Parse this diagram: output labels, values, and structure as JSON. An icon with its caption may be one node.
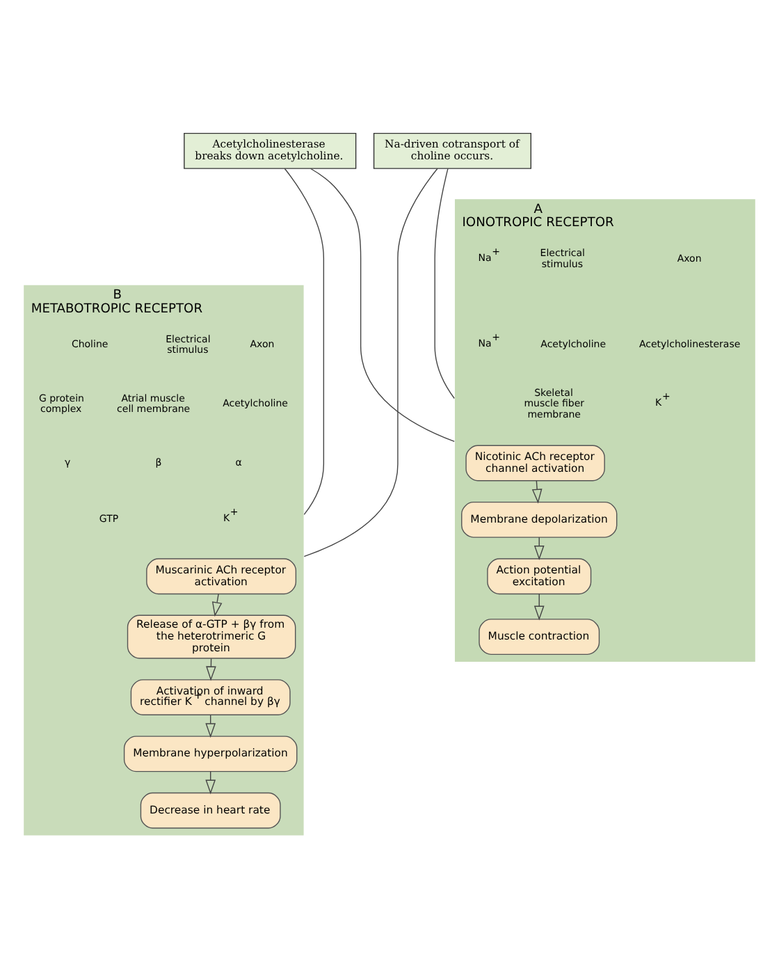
{
  "diagram": {
    "nodes": [
      {
        "text": [
          "A",
          "IONOTROPIC RECEPTOR"
        ]
      },
      {
        "text": [
          "Nicotinic ACh receptor channel activation"
        ],
        "in": 0
      },
      {
        "text": [
          "Membrane depolarization"
        ],
        "in": 0
      },
      {
        "text": [
          "Action potential excitation"
        ],
        "in": 0
      },
      {
        "text": [
          "Muscle contraction"
        ],
        "in": 0
      },
      {
        "text": [
          "B",
          "METABOTROPIC RECEPTOR"
        ]
      },
      {
        "text": [
          "Muscarinic ACh receptor activation"
        ],
        "in": 5
      },
      {
        "text": [
          "Release of α-GTP + βγ from the heterotrimeric G protein"
        ],
        "in": 5
      },
      {
        "text": [
          "Activation of inward rectifier K$^{+}$ channel by βγ"
        ],
        "in": 5
      },
      {
        "text": [
          "Membrane hyperpolarization"
        ],
        "in": 5
      },
      {
        "text": [
          "Decrease in heart rate"
        ],
        "in": 5
      },
      {
        "text": [
          "Na-driven cotransport of choline occurs."
        ]
      },
      {
        "text": [
          "Acetylcholinesterase breaks down acetylcholine."
        ]
      }
    ],
    "edges": [
      {
        "from": 1,
        "to": 2,
        "arrow": "to"
      },
      {
        "from": 2,
        "to": 3,
        "arrow": "to"
      },
      {
        "from": 3,
        "to": 4,
        "arrow": "to"
      },
      {
        "from": 6,
        "to": 7,
        "arrow": "to"
      },
      {
        "from": 7,
        "to": 8,
        "arrow": "to"
      },
      {
        "from": 8,
        "to": 9,
        "arrow": "to"
      },
      {
        "from": 9,
        "to": 10,
        "arrow": "to"
      },
      {
        "from": 11,
        "to": 0,
        "arrow": "none"
      },
      {
        "from": 11,
        "to": 5,
        "arrow": "none"
      },
      {
        "from": 12,
        "to": 0,
        "arrow": "none"
      },
      {
        "from": 12,
        "to": 5,
        "arrow": "none"
      }
    ],
    "labels": [
      "Axon",
      "Electrical stimulus",
      "Na$^{+}$",
      "Acetylcholinesterase",
      "Acetylcholine",
      "Na$^{+}$",
      "K$^{+}$",
      "Skeletal muscle fiber membrane",
      "Axon",
      "Electrical stimulus",
      "Choline",
      "Acetylcholine",
      "Atrial muscle cell membrane",
      "G protein complex",
      "α",
      "β",
      "γ",
      "K$^{+}$",
      "GTP"
    ]
  }
}
